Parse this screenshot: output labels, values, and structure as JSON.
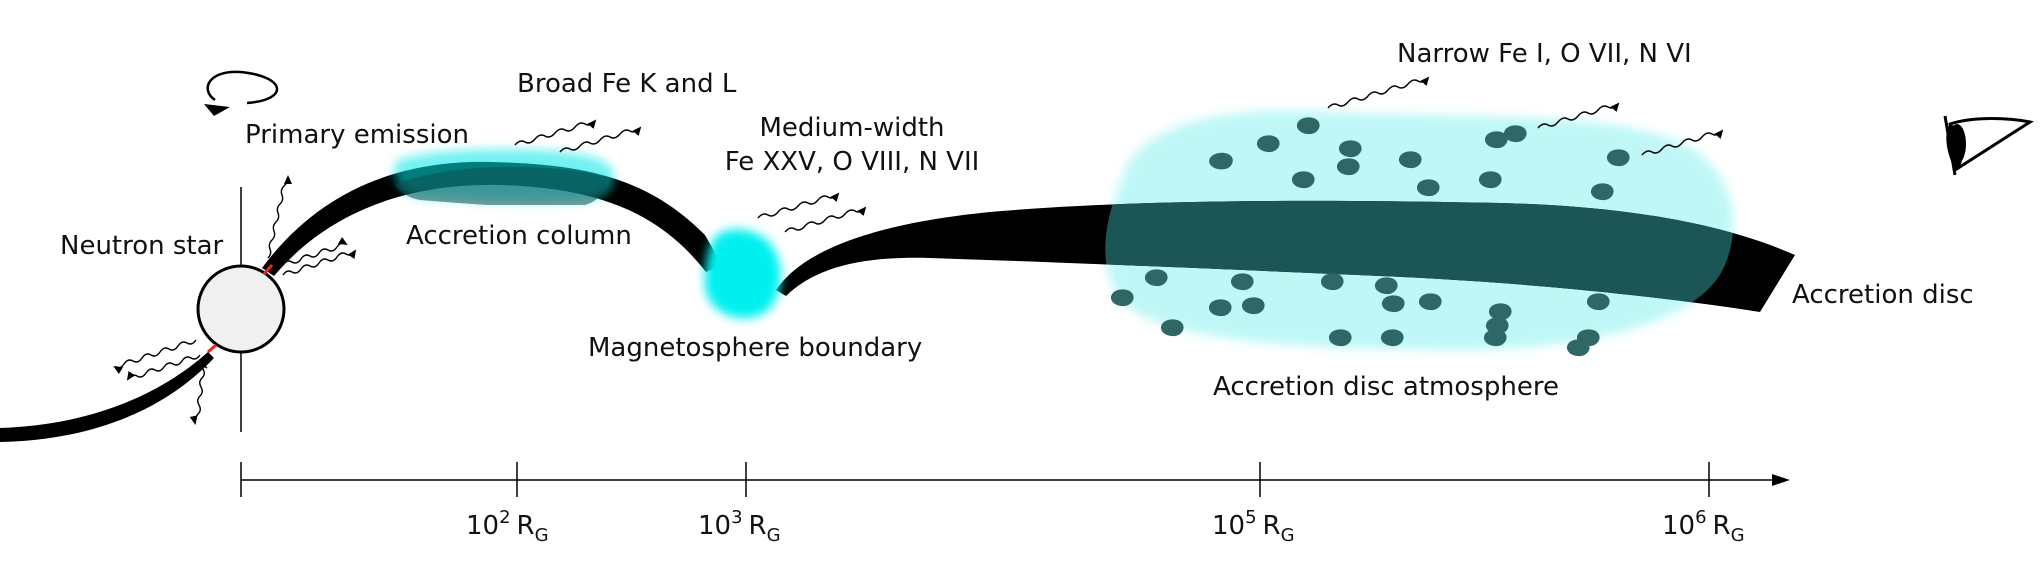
{
  "labels": {
    "primary_emission": "Primary emission",
    "neutron_star": "Neutron star",
    "broad_fe": "Broad Fe K and L",
    "accretion_column": "Accretion column",
    "medium_width_line1": "Medium-width",
    "medium_width_line2": "Fe XXV, O VIII, N VII",
    "magnetosphere_boundary": "Magnetosphere boundary",
    "narrow_fe": "Narrow Fe I, O VII, N VI",
    "accretion_disc": "Accretion disc",
    "accretion_disc_atmosphere": "Accretion disc atmosphere"
  },
  "axis": {
    "ticks": [
      {
        "base": "10",
        "exp": "2",
        "unit": "R",
        "sub": "G"
      },
      {
        "base": "10",
        "exp": "3",
        "unit": "R",
        "sub": "G"
      },
      {
        "base": "10",
        "exp": "5",
        "unit": "R",
        "sub": "G"
      },
      {
        "base": "10",
        "exp": "6",
        "unit": "R",
        "sub": "G"
      }
    ]
  },
  "colors": {
    "ink": "#000000",
    "cyan_bright": "#00f2f2",
    "cyan_light": "#bff7f7",
    "overlap": "#1b5555",
    "blob": "#2f6666",
    "star_fill": "#f0f0f0",
    "pole": "#e8261e"
  },
  "icons": [
    "rotation-arrow-icon",
    "eye-icon"
  ]
}
